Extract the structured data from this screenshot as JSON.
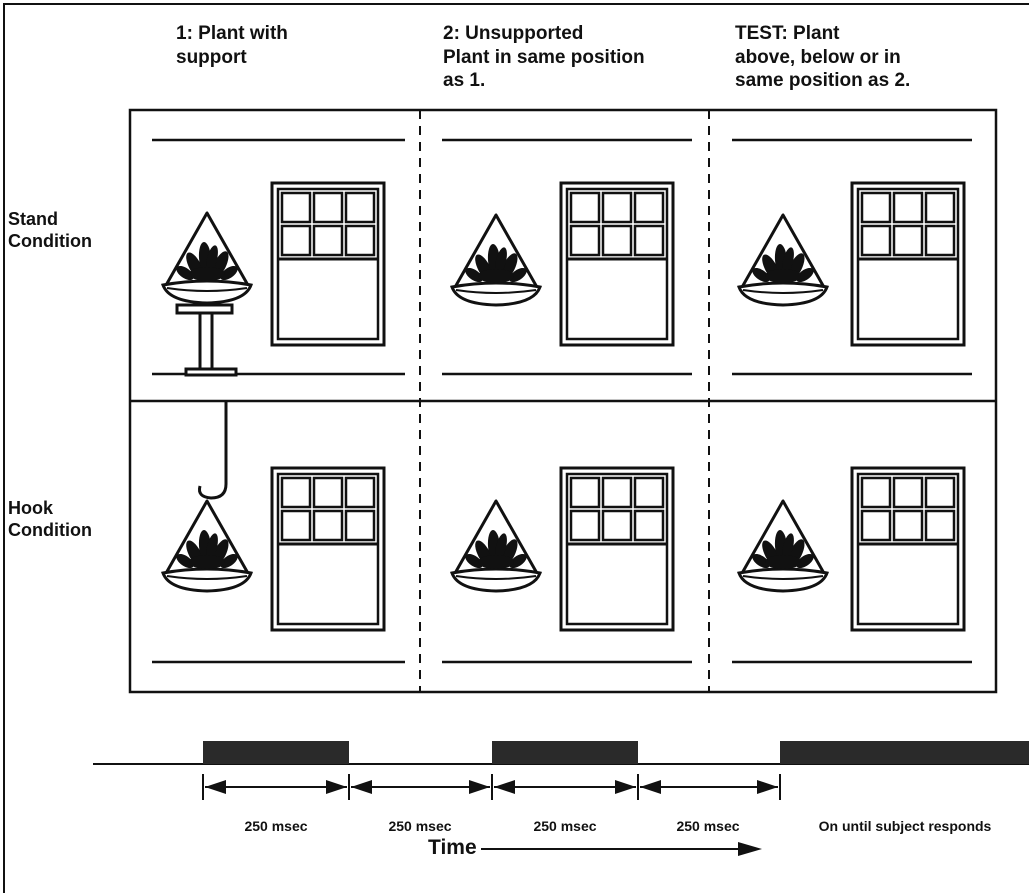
{
  "columns": [
    {
      "heading": "1:  Plant with\nsupport"
    },
    {
      "heading": "2:  Unsupported\nPlant in same position\nas 1."
    },
    {
      "heading": "TEST:  Plant\nabove, below or in\nsame position as 2."
    }
  ],
  "rows": [
    {
      "label": "Stand\nCondition"
    },
    {
      "label": "Hook\nCondition"
    }
  ],
  "timeline": {
    "durations": [
      "250 msec",
      "250 msec",
      "250 msec",
      "250 msec",
      "On until subject responds"
    ],
    "time_label": "Time"
  },
  "icons": {
    "plant": "hanging-plant-icon",
    "window": "window-icon",
    "stand": "plant-stand-icon",
    "hook": "hook-icon"
  },
  "colors": {
    "ink": "#111111",
    "stimulus_bar": "#2a2a2a",
    "background": "#ffffff"
  }
}
